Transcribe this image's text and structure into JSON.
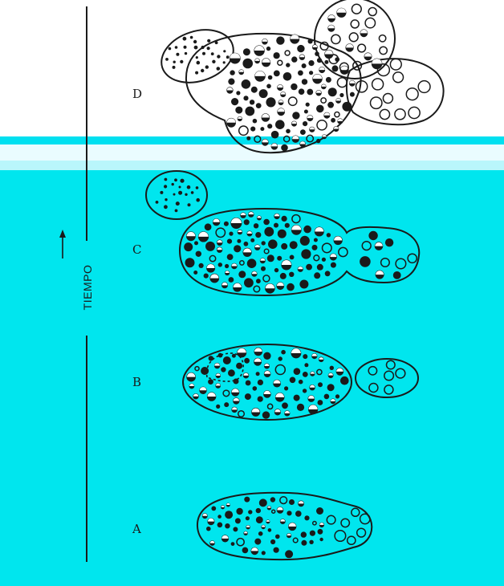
{
  "axis": {
    "label": "TIEMPO"
  },
  "stages": [
    {
      "id": "A",
      "label": "A"
    },
    {
      "id": "B",
      "label": "B"
    },
    {
      "id": "C",
      "label": "C"
    },
    {
      "id": "D",
      "label": "D"
    }
  ],
  "colors": {
    "water": "#00e6ee",
    "band": "#00e0f0",
    "ink": "#1a1a1a",
    "paper": "#ffffff"
  }
}
